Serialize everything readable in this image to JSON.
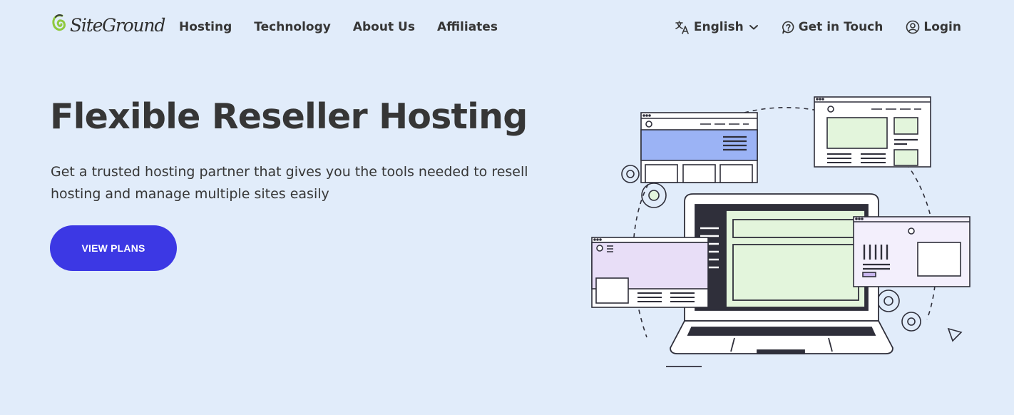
{
  "header": {
    "logo": {
      "text": "SiteGround",
      "icon": "siteground-swirl-icon",
      "brand_color": "#8fc93e"
    },
    "nav": [
      {
        "label": "Hosting"
      },
      {
        "label": "Technology"
      },
      {
        "label": "About Us"
      },
      {
        "label": "Affiliates"
      }
    ],
    "language": {
      "label": "English",
      "icon": "translate-icon"
    },
    "contact": {
      "label": "Get in Touch",
      "icon": "question-circle-icon"
    },
    "login": {
      "label": "Login",
      "icon": "user-circle-icon"
    }
  },
  "hero": {
    "title": "Flexible Reseller Hosting",
    "description": "Get a trusted hosting partner that gives you the tools needed to resell hosting and manage multiple sites easily",
    "cta_label": "VIEW PLANS"
  },
  "colors": {
    "background": "#e1ecfa",
    "text": "#363636",
    "cta": "#3c38e4",
    "accent_green": "#e3f5dc",
    "accent_blue": "#9bb3f5",
    "accent_purple": "#e8def7"
  }
}
